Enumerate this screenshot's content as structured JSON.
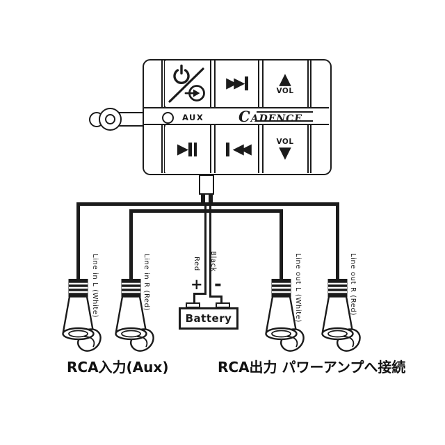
{
  "remote": {
    "brand": "CADENCE",
    "aux_label": "AUX",
    "buttons": {
      "power_source": {
        "name": "Power / Source select"
      },
      "next": {
        "glyph": "▶▶"
      },
      "volume_up": {
        "glyph": "▲",
        "label": "VOL"
      },
      "play_pause": {
        "glyph": "▶"
      },
      "prev": {
        "glyph": "◀◀"
      },
      "volume_down": {
        "glyph": "▼",
        "label": "VOL"
      }
    }
  },
  "wiring": {
    "line_in_l": "Line in L (White)",
    "line_in_r": "Line in R (Red)",
    "line_out_l": "Line out L (White)",
    "line_out_r": "Line out R (Red)",
    "power_pos": "Red",
    "power_neg": "Black",
    "plus": "+",
    "minus": "-"
  },
  "battery": {
    "label": "Battery"
  },
  "captions": {
    "rca_input": "RCA入力(Aux)",
    "rca_output": "RCA出力 パワーアンプへ接続"
  },
  "colors": {
    "line": "#1b1b1b",
    "background": "#ffffff"
  }
}
